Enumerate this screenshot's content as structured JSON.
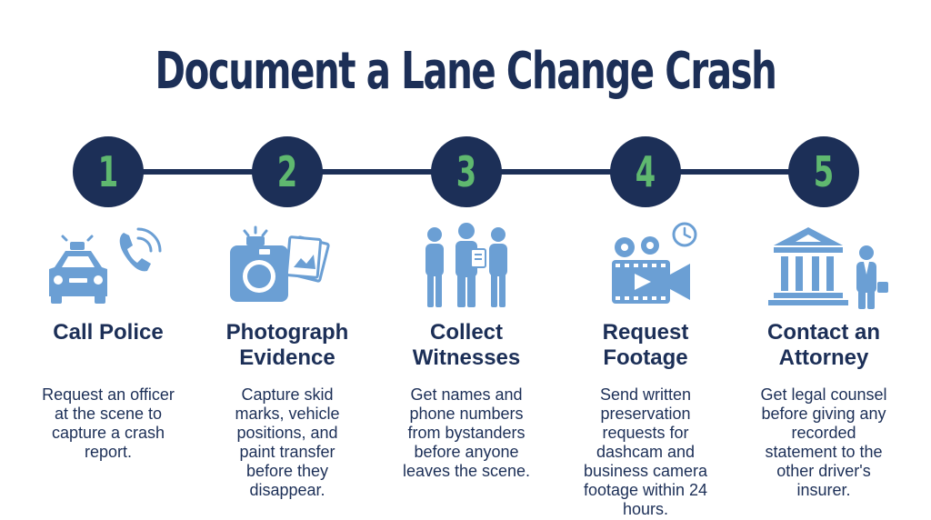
{
  "title": "Document a Lane Change Crash",
  "steps": [
    {
      "number": "1",
      "heading_lines": [
        "Call Police"
      ],
      "description_lines": [
        "Request an officer",
        "at the scene to",
        "capture a crash",
        "report."
      ]
    },
    {
      "number": "2",
      "heading_lines": [
        "Photograph",
        "Evidence"
      ],
      "description_lines": [
        "Capture skid",
        "marks, vehicle",
        "positions, and",
        "paint transfer",
        "before they",
        "disappear."
      ]
    },
    {
      "number": "3",
      "heading_lines": [
        "Collect",
        "Witnesses"
      ],
      "description_lines": [
        "Get names and",
        "phone numbers",
        "from bystanders",
        "before anyone",
        "leaves the scene."
      ]
    },
    {
      "number": "4",
      "heading_lines": [
        "Request",
        "Footage"
      ],
      "description_lines": [
        "Send written",
        "preservation",
        "requests for",
        "dashcam and",
        "business camera",
        "footage within 24",
        "hours."
      ]
    },
    {
      "number": "5",
      "heading_lines": [
        "Contact an",
        "Attorney"
      ],
      "description_lines": [
        "Get legal counsel",
        "before giving any",
        "recorded",
        "statement to the",
        "other driver's",
        "insurer."
      ]
    }
  ],
  "colors": {
    "navy": "#1c2f57",
    "green": "#5fb86f",
    "icon_blue": "#6b9fd4"
  },
  "icons": [
    "police-car-icon",
    "phone-icon",
    "camera-icon",
    "photos-icon",
    "people-icon",
    "clipboard-icon",
    "video-camera-icon",
    "clock-icon",
    "courthouse-icon",
    "businessman-icon"
  ]
}
